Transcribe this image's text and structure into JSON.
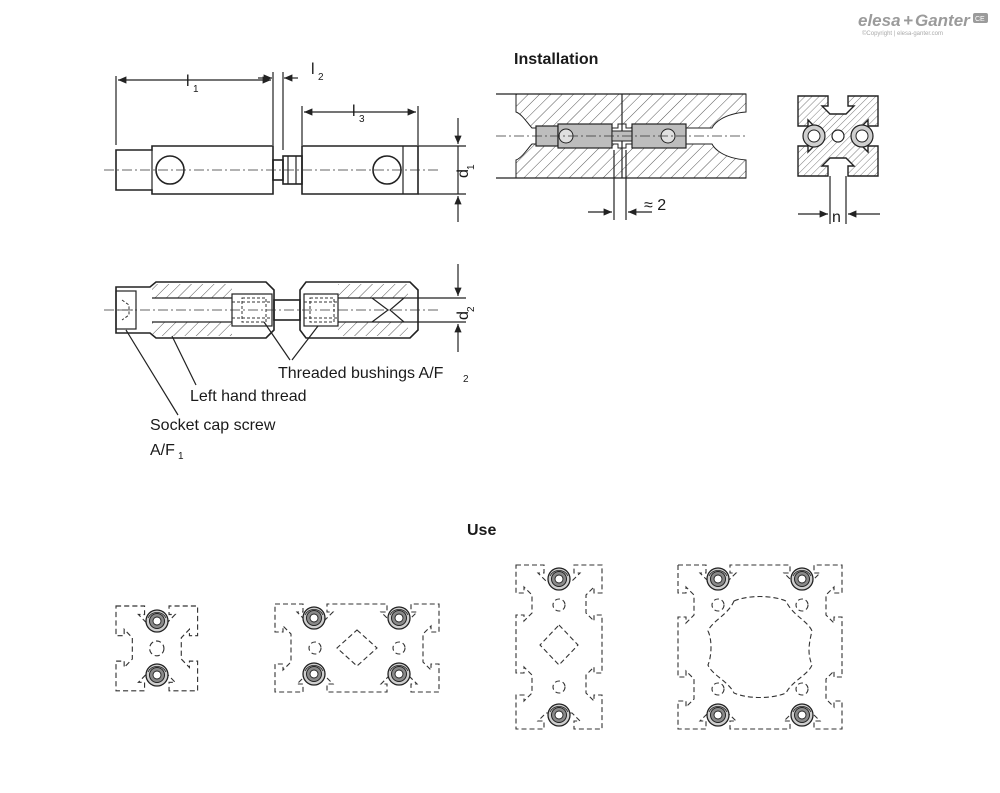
{
  "brand": {
    "logo_text_1": "elesa",
    "logo_plus": "+",
    "logo_text_2": "Ganter",
    "copyright": "©Copyright | elesa-ganter.com",
    "badge": "CE"
  },
  "headings": {
    "installation": "Installation",
    "use": "Use"
  },
  "dimensions": {
    "l1": "l",
    "l1_sub": "1",
    "l2": "l",
    "l2_sub": "2",
    "l3": "l",
    "l3_sub": "3",
    "d1": "d",
    "d1_sub": "1",
    "d2": "d",
    "d2_sub": "2",
    "approx_gap": "≈ 2",
    "n": "n"
  },
  "callouts": {
    "threaded_bushings": "Threaded bushings A/F",
    "threaded_bushings_sub": "2",
    "left_hand_thread": "Left hand thread",
    "socket_cap_screw": "Socket cap screw",
    "socket_af": "A/F",
    "socket_af_sub": "1"
  },
  "colors": {
    "line": "#222222",
    "part_fill": "#bdbdbd",
    "logo": "#9b9b9b"
  }
}
